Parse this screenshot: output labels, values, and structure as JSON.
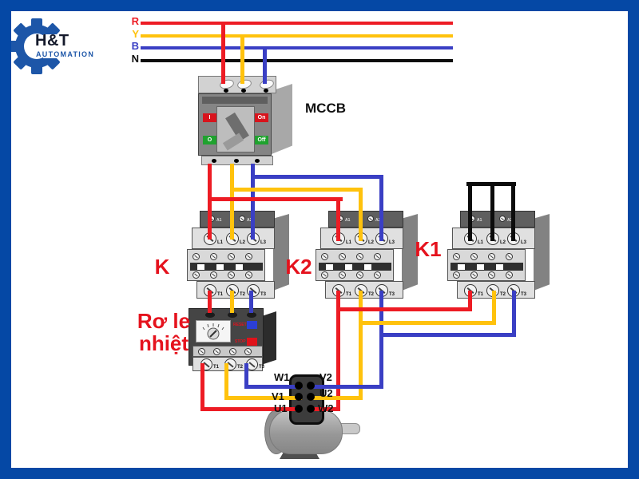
{
  "logo": {
    "title": "H&T",
    "subtitle": "AUTOMATION"
  },
  "power_rails": [
    {
      "label": "R",
      "color": "#ed1c24"
    },
    {
      "label": "Y",
      "color": "#ffc20d"
    },
    {
      "label": "B",
      "color": "#3a3fc4"
    },
    {
      "label": "N",
      "color": "#0c0c0c"
    }
  ],
  "mccb": {
    "label": "MCCB",
    "btn_i": "I",
    "btn_on": "On",
    "btn_o": "O",
    "btn_off": "Off"
  },
  "contactors": [
    {
      "name": "K",
      "aux_top": [
        "A1",
        "A2"
      ],
      "inputs": [
        "L1",
        "L2",
        "L3"
      ],
      "outputs": [
        "T1",
        "T2",
        "T3"
      ]
    },
    {
      "name": "K2",
      "aux_top": [
        "A1",
        "A2"
      ],
      "inputs": [
        "L1",
        "L2",
        "L3"
      ],
      "outputs": [
        "T1",
        "T2",
        "T3"
      ]
    },
    {
      "name": "K1",
      "aux_top": [
        "A1",
        "A2"
      ],
      "inputs": [
        "L1",
        "L2",
        "L3"
      ],
      "outputs": [
        "T1",
        "T2",
        "T3"
      ]
    }
  ],
  "thermal_relay": {
    "name_line1": "Rơ le",
    "name_line2": "nhiệt",
    "reset_label": "RESET",
    "stop_label": "STOP",
    "outputs": [
      "T1",
      "T2",
      "T3"
    ]
  },
  "motor": {
    "terminals_left": [
      "W1",
      "V1",
      "U1"
    ],
    "terminals_right": [
      "V2",
      "U2",
      "W2"
    ]
  },
  "colors": {
    "phase_r": "#ed1c24",
    "phase_y": "#ffc20d",
    "phase_b": "#3a3fc4",
    "neutral": "#0c0c0c",
    "frame": "#0548a5",
    "logo_blue": "#1d56a8",
    "label_red": "#e5121d",
    "reset_button": "#2b3fd6",
    "stop_button": "#e0121a"
  }
}
